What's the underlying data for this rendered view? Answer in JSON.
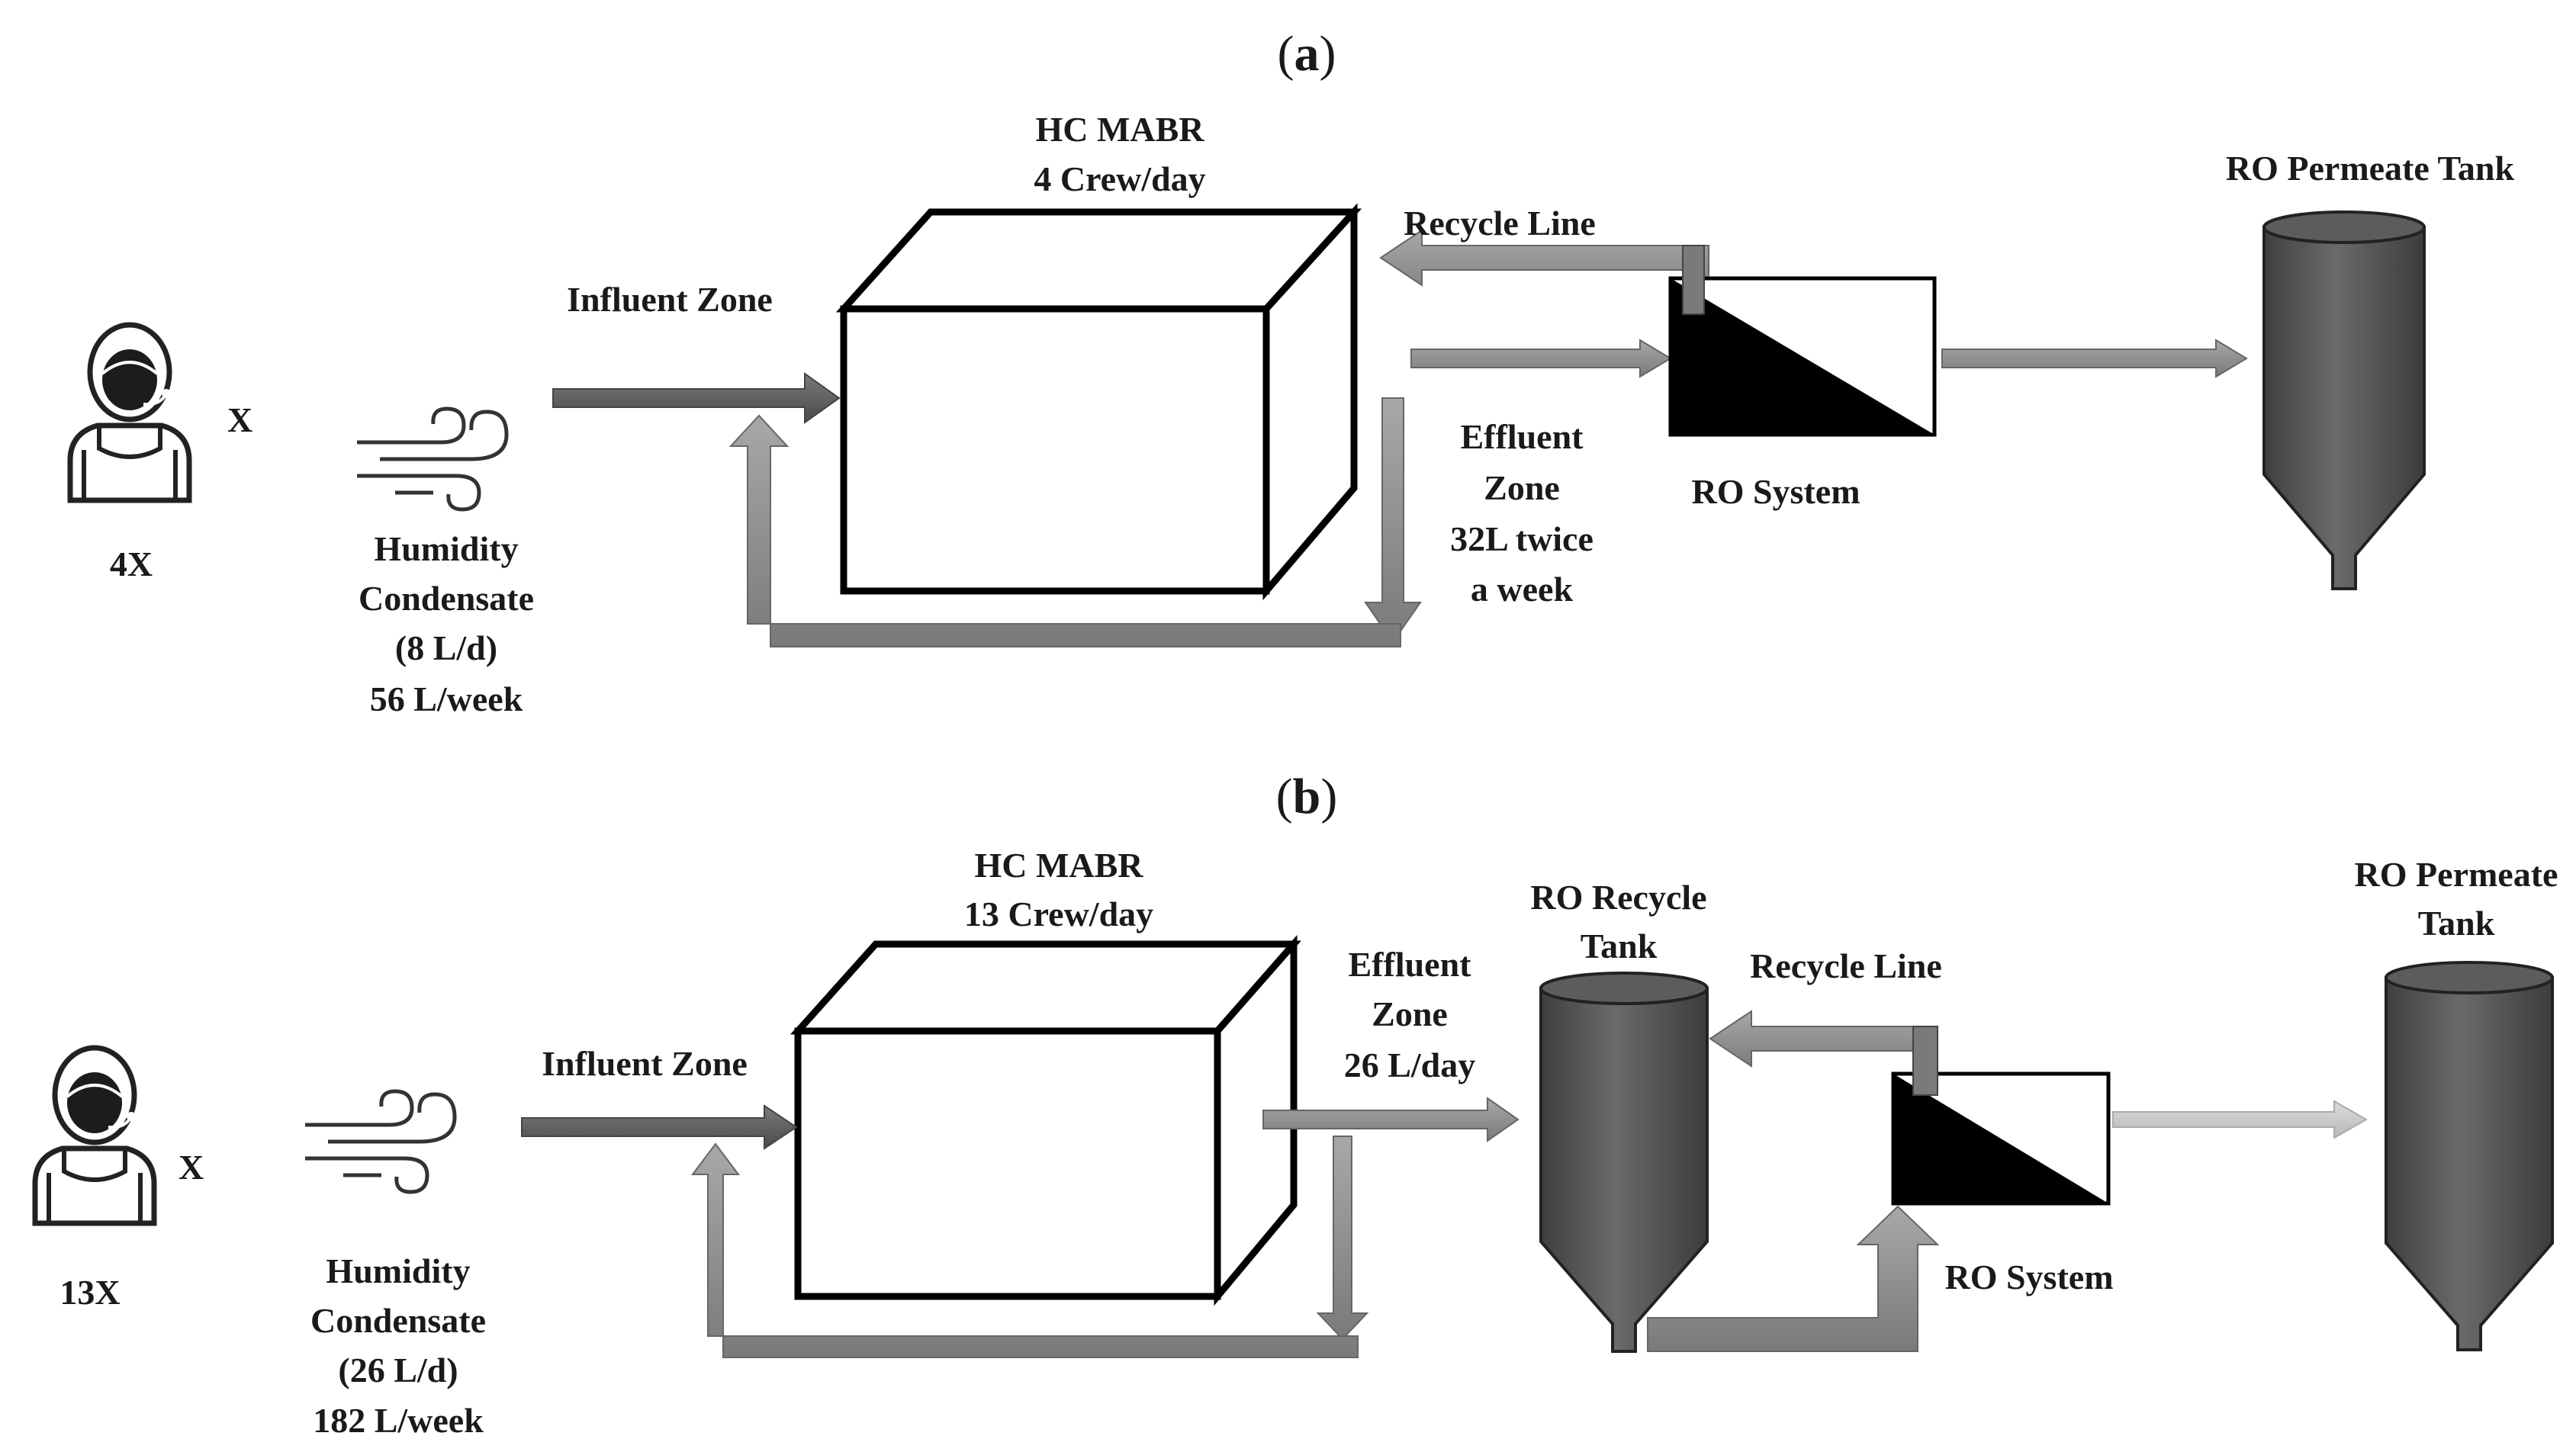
{
  "panel_a": {
    "label_prefix": "(",
    "label_letter": "a",
    "label_suffix": ")",
    "crew_multiplier": "X",
    "crew_count": "4X",
    "humidity": [
      "Humidity",
      "Condensate",
      "(8 L/d)",
      "56 L/week"
    ],
    "reactor": [
      "HC MABR",
      "4 Crew/day"
    ],
    "influent": "Influent Zone",
    "recycle_line": "Recycle Line",
    "effluent": [
      "Effluent",
      "Zone",
      "32L twice",
      "a week"
    ],
    "ro_system": "RO System",
    "permeate_tank": "RO Permeate Tank"
  },
  "panel_b": {
    "label_prefix": "(",
    "label_letter": "b",
    "label_suffix": ")",
    "crew_multiplier": "X",
    "crew_count": "13X",
    "humidity": [
      "Humidity",
      "Condensate",
      "(26 L/d)",
      "182 L/week"
    ],
    "reactor": [
      "HC MABR",
      "13 Crew/day"
    ],
    "influent": "Influent Zone",
    "effluent": [
      "Effluent",
      "Zone",
      "26 L/day"
    ],
    "recycle_tank": [
      "RO Recycle",
      "Tank"
    ],
    "recycle_line": "Recycle Line",
    "ro_system": "RO System",
    "permeate_tank": [
      "RO Permeate",
      "Tank"
    ]
  },
  "colors": {
    "tank": "#555555",
    "arrow_dark": "#5a5a5a",
    "arrow_mid": "#8c8c8c",
    "arrow_light": "#c8c8c8",
    "outline": "#000000"
  },
  "icons": {
    "astronaut": "astronaut-icon",
    "wind": "wind-icon"
  }
}
